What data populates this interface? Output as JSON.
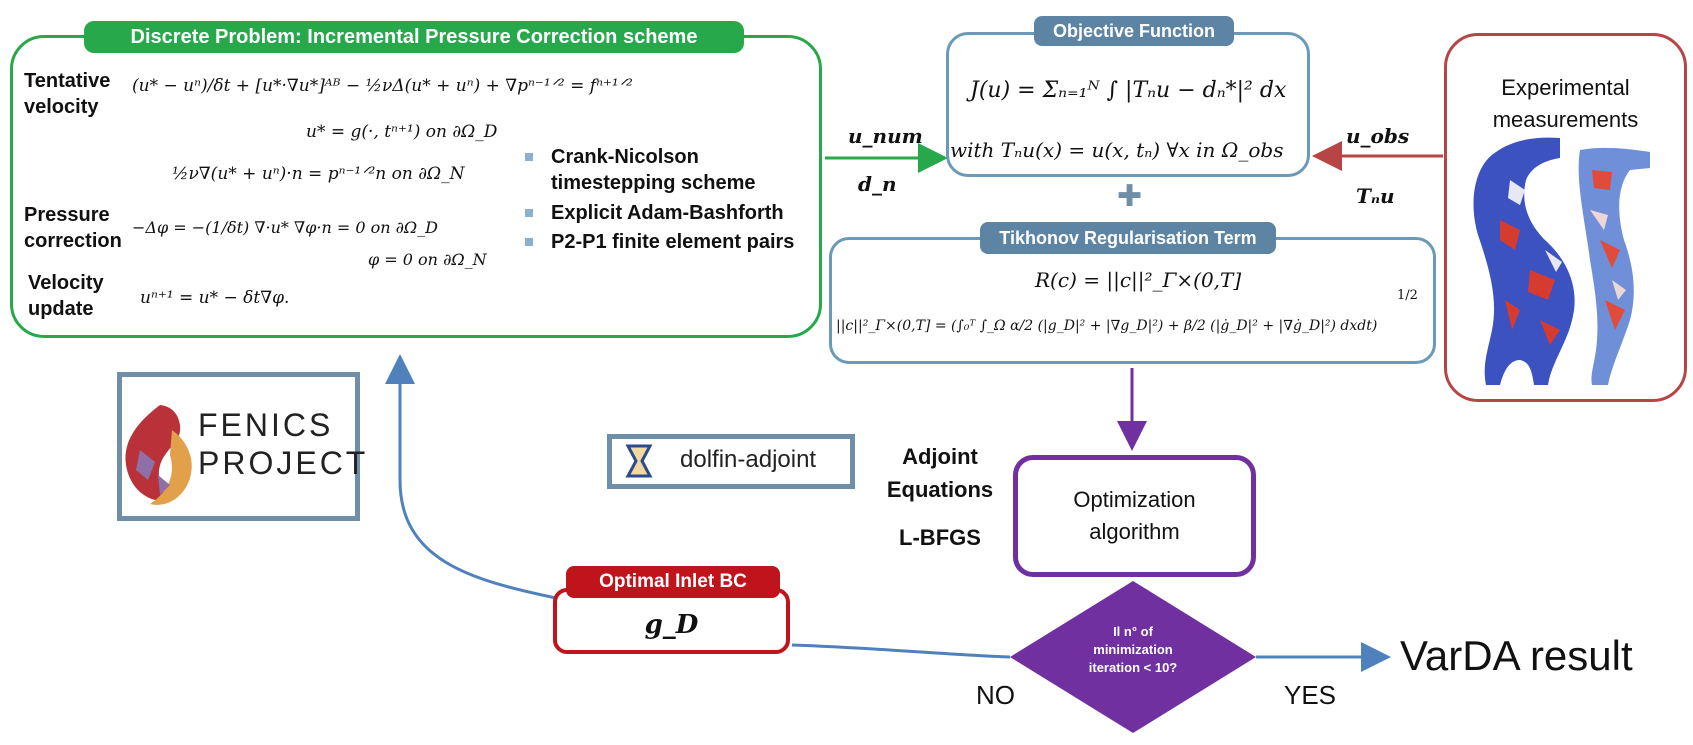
{
  "discrete": {
    "title": "Discrete Problem: Incremental Pressure Correction scheme",
    "tentative_label": "Tentative velocity",
    "tentative_eq1": "(u* − uⁿ)/δt + [u*·∇u*]ᴬᴮ − ½νΔ(u* + uⁿ) + ∇pⁿ⁻¹ᐟ² = fⁿ⁺¹ᐟ²",
    "tentative_eq2": "u* = g(·, tⁿ⁺¹) on ∂Ω_D",
    "tentative_eq3": "½ν∇(u* + uⁿ)·n = pⁿ⁻¹ᐟ²n   on ∂Ω_N",
    "pressure_label": "Pressure correction",
    "pressure_eq1": "−Δφ = −(1/δt) ∇·u*     ∇φ·n = 0   on ∂Ω_D",
    "pressure_eq2": "φ = 0   on ∂Ω_N",
    "velocity_label": "Velocity update",
    "velocity_eq": "uⁿ⁺¹ = u* − δt∇φ.",
    "bullets": [
      "Crank-Nicolson timestepping scheme",
      "Explicit Adam-Bashforth",
      "P2-P1 finite element pairs"
    ]
  },
  "objective": {
    "title": "Objective Function",
    "eq1": "J(u) = Σₙ₌₁ᴺ ∫ |Tₙu − dₙ*|² dx",
    "eq2": "with Tₙu(x) = u(x, tₙ) ∀x in Ω_obs"
  },
  "plus_sign": "✚",
  "tikhonov": {
    "title": "Tikhonov Regularisation Term",
    "eq1": "R(c) = ||c||²_Γ×(0,T]",
    "exponent": "1/2",
    "eq2": "||c||²_Γ×(0,T] = (∫₀ᵀ ∫_Ω  α/2 (|g_D|² + |∇g_D|²) + β/2 (|ġ_D|² + |∇ġ_D|²) dxdt)"
  },
  "experimental": {
    "title_line1": "Experimental",
    "title_line2": "measurements"
  },
  "arrows": {
    "u_num": "u_num",
    "d_n": "d_n",
    "u_obs": "u_obs",
    "Tn_u": "Tₙu"
  },
  "fenics": {
    "line1": "FENICS",
    "line2": "PROJECT"
  },
  "dolfin": {
    "label": "dolfin-adjoint"
  },
  "adjoint": {
    "line1": "Adjoint",
    "line2": "Equations",
    "lbfgs": "L-BFGS"
  },
  "optimization": {
    "line1": "Optimization",
    "line2": "algorithm"
  },
  "inlet": {
    "title": "Optimal Inlet BC",
    "symbol": "g_D"
  },
  "decision": {
    "line1": "Il n° of",
    "line2": "minimization",
    "line3": "iteration < 10?",
    "no": "NO",
    "yes": "YES"
  },
  "result": "VarDA result",
  "colors": {
    "green": "#27a84a",
    "blue_border": "#6a9ab8",
    "blue_tag": "#5d85a3",
    "red": "#b84545",
    "crimson": "#c0141c",
    "purple": "#7030a0",
    "arrow_blue": "#4f81bd",
    "slate": "#6f8fa8"
  }
}
